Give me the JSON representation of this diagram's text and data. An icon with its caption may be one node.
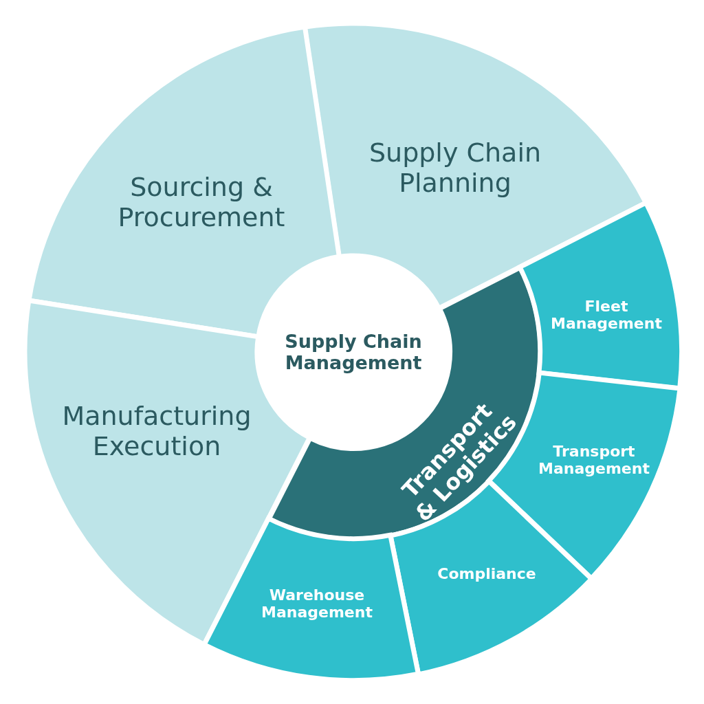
{
  "diagram": {
    "nodes": [
      {
        "text": [
          "Supply Chain Management"
        ]
      },
      {
        "text": [
          "Supply Chain Planning"
        ]
      },
      {
        "text": [
          "Sourcing & Procurement"
        ]
      },
      {
        "text": [
          "Manufacturing Execution"
        ]
      },
      {
        "text": [
          "Transport & Logistics"
        ]
      },
      {
        "text": [
          "Fleet Management"
        ]
      },
      {
        "text": [
          "Transport Management"
        ]
      },
      {
        "text": [
          "Compliance"
        ]
      },
      {
        "text": [
          "Warehouse Management"
        ]
      }
    ]
  }
}
